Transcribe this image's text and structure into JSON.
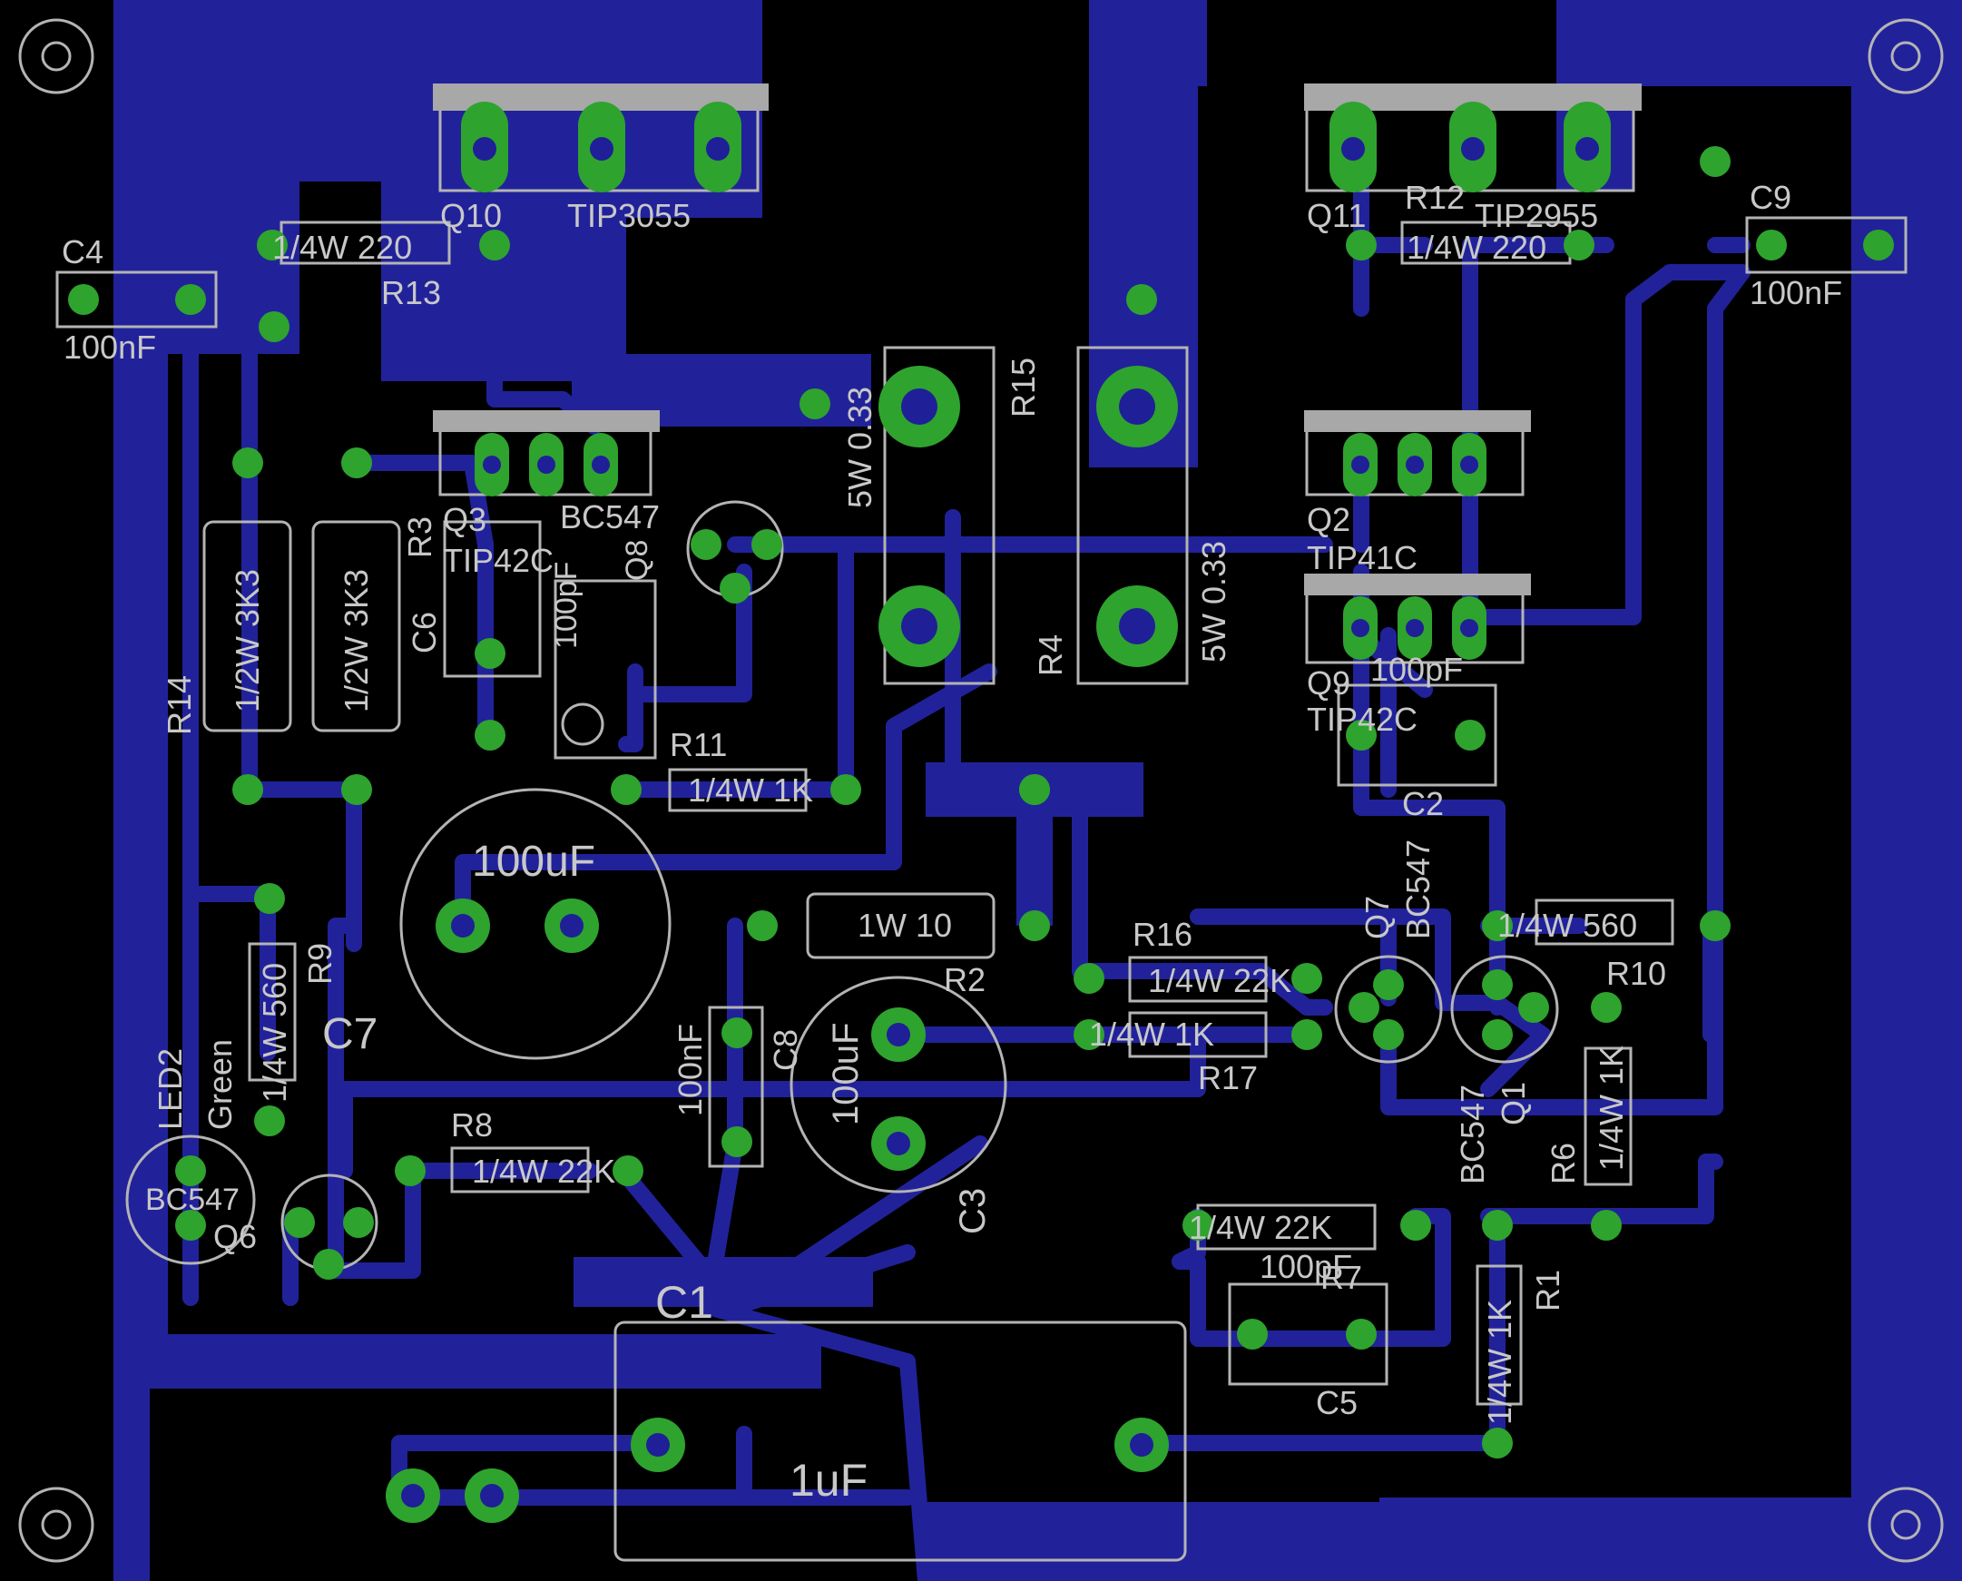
{
  "colors": {
    "background": "#000000",
    "copper": "#21229a",
    "pad": "#2ea32e",
    "silkscreen": "#b4b4b4",
    "tab": "#a8a8a8"
  },
  "labels": {
    "c4": "C4",
    "c4_val": "100nF",
    "r13_val": "1/4W 220",
    "r13": "R13",
    "q10": "Q10",
    "tip3055": "TIP3055",
    "q11": "Q11",
    "r12": "R12",
    "tip2955": "TIP2955",
    "r12_val": "1/4W 220",
    "c9": "C9",
    "c9_val": "100nF",
    "r15": "R15",
    "r15_val": "5W 0.33",
    "r4_val": "5W 0.33",
    "r4": "R4",
    "bc547_q8": "BC547",
    "q3": "Q3",
    "tip42c_q3": "TIP42C",
    "r3": "R3",
    "c6": "C6",
    "c6_val": "100pF",
    "q8": "Q8",
    "r14": "R14",
    "r14_val": "1/2W 3K3",
    "r3_val": "1/2W 3K3",
    "q2": "Q2",
    "tip41c": "TIP41C",
    "q9": "Q9",
    "tip42c_q9": "TIP42C",
    "c2_val": "100pF",
    "c2": "C2",
    "r11": "R11",
    "r11_val": "1/4W 1K",
    "c7_val": "100uF",
    "c7": "C7",
    "r2_val": "1W 10",
    "r2": "R2",
    "r16": "R16",
    "r16_val": "1/4W 22K",
    "r17_val": "1/4W 1K",
    "r17": "R17",
    "q7": "Q7",
    "bc547_q7": "BC547",
    "r10_val": "1/4W 560",
    "r10": "R10",
    "q1": "Q1",
    "bc547_q1": "BC547",
    "r6": "R6",
    "r6_val": "1/4W 1K",
    "r9": "R9",
    "r9_val": "1/4W 560",
    "led2": "LED2",
    "led_green": "Green",
    "bc547_q6": "BC547",
    "q6": "Q6",
    "r8": "R8",
    "r8_val": "1/4W 22K",
    "c8_val": "100nF",
    "c8": "C8",
    "c3_val": "100uF",
    "c3": "C3",
    "c1": "C1",
    "c1_val": "1uF",
    "r7_val": "1/4W 22K",
    "r7": "R7",
    "c5_val": "100pF",
    "c5": "C5",
    "r1": "R1",
    "r1_val": "1/4W 1K"
  }
}
